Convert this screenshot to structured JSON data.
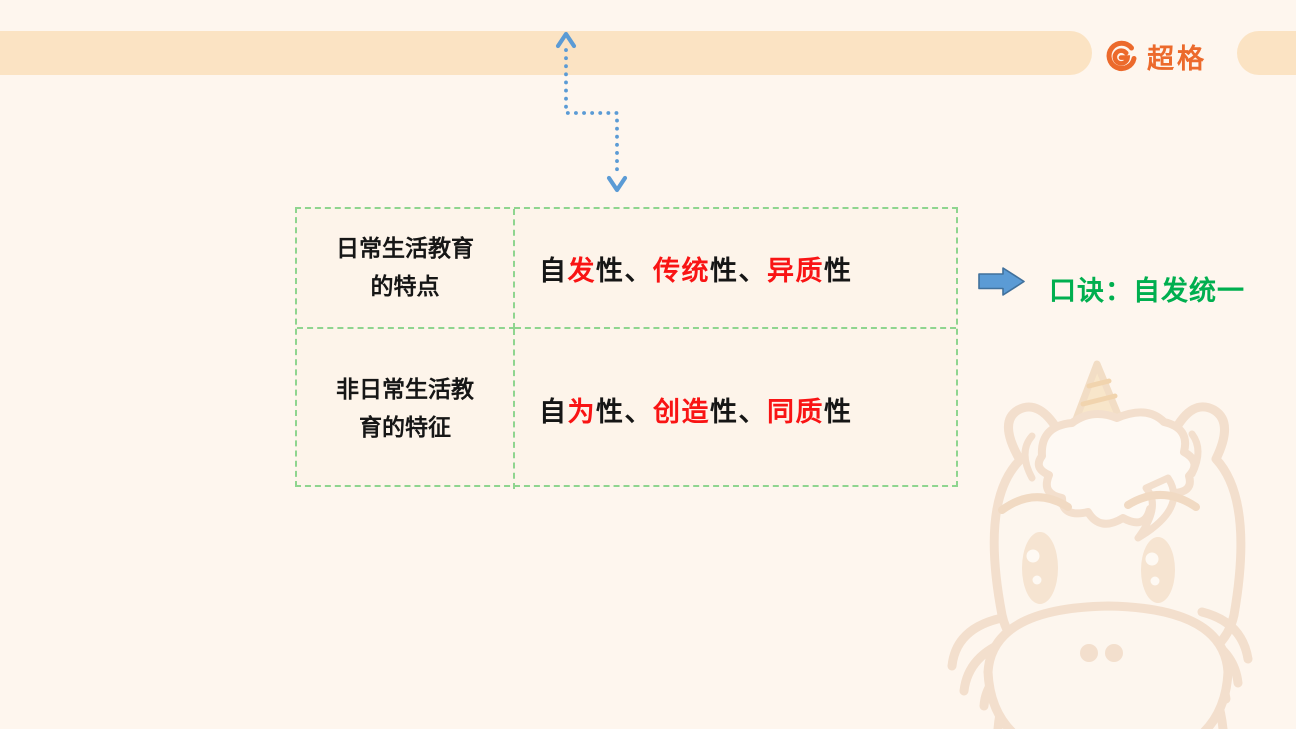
{
  "brand": {
    "logo_text": "超格",
    "logo_icon": "g-circle-icon"
  },
  "table": {
    "rows": [
      {
        "label": "日常生活教育\n的特点",
        "value_segments": [
          {
            "t": "自",
            "c": "k"
          },
          {
            "t": "发",
            "c": "r"
          },
          {
            "t": "性",
            "c": "k"
          },
          {
            "t": "、",
            "c": "k"
          },
          {
            "t": "传统",
            "c": "r"
          },
          {
            "t": "性",
            "c": "k"
          },
          {
            "t": "、",
            "c": "k"
          },
          {
            "t": "异质",
            "c": "r"
          },
          {
            "t": "性",
            "c": "k"
          }
        ]
      },
      {
        "label": "非日常生活教\n育的特征",
        "value_segments": [
          {
            "t": "自",
            "c": "k"
          },
          {
            "t": "为",
            "c": "r"
          },
          {
            "t": "性",
            "c": "k"
          },
          {
            "t": "、",
            "c": "k"
          },
          {
            "t": "创造",
            "c": "r"
          },
          {
            "t": "性",
            "c": "k"
          },
          {
            "t": "、",
            "c": "k"
          },
          {
            "t": "同质",
            "c": "r"
          },
          {
            "t": "性",
            "c": "k"
          }
        ]
      }
    ]
  },
  "mnemonic": {
    "label": "口诀：自发统一"
  },
  "colors": {
    "background": "#FEF6EE",
    "band": "#FBE3C3",
    "brand_orange": "#EC6A2C",
    "table_border_green": "#8FD58F",
    "highlight_red": "#F91414",
    "text_black": "#161616",
    "arrow_blue": "#5B9BD5",
    "arrow_border_blue": "#41719C",
    "mnemonic_green": "#00AF4F"
  }
}
